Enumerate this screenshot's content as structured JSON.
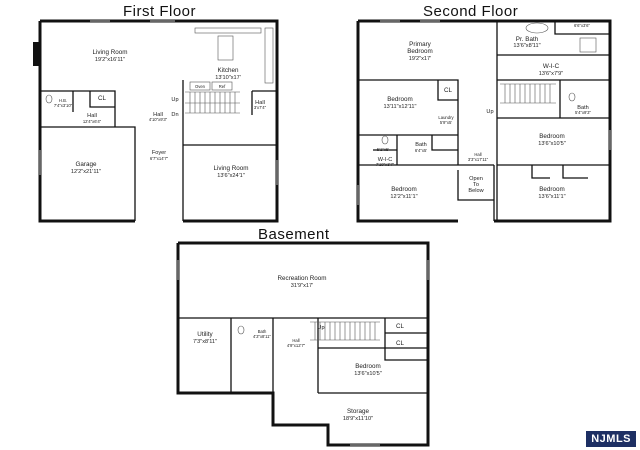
{
  "floors": {
    "first": {
      "title": "First Floor",
      "rooms": {
        "living_top": {
          "name": "Living Room",
          "dim": "19'2\"x16'11\""
        },
        "kitchen": {
          "name": "Kitchen",
          "dim": "13'10\"x17'"
        },
        "oven": "Oven",
        "ref": "Ref",
        "hb": {
          "name": "H.B.",
          "dim": "7'4\"x3'10\""
        },
        "cl": "CL",
        "hall_left": {
          "name": "Hall",
          "dim": "12'4\"x6'4\""
        },
        "hall_mid": {
          "name": "Hall",
          "dim": "4'10\"x9'3\""
        },
        "hall_right": {
          "name": "Hall",
          "dim": "3'x7'4\""
        },
        "up": "Up",
        "dn": "Dn",
        "foyer": {
          "name": "Foyer",
          "dim": "6'7\"x14'7\""
        },
        "garage": {
          "name": "Garage",
          "dim": "12'2\"x21'11\""
        },
        "living_bottom": {
          "name": "Living Room",
          "dim": "13'6\"x24'1\""
        }
      }
    },
    "second": {
      "title": "Second Floor",
      "rooms": {
        "primary": {
          "name": "Primary",
          "name2": "Bedroom",
          "dim": "19'2\"x17'"
        },
        "closet_top": "6'6\"x3'6\"",
        "pr_bath": {
          "name": "Pr. Bath",
          "dim": "13'6\"x8'11\""
        },
        "wic_right": {
          "name": "W-I-C",
          "dim": "13'6\"x7'9\""
        },
        "bed_left": {
          "name": "Bedroom",
          "dim": "13'11\"x12'11\""
        },
        "cl": "CL",
        "bath_right": {
          "name": "Bath",
          "dim": "5'4\"x9'3\""
        },
        "laundry": {
          "name": "Laundry",
          "dim": "5'9\"x5'"
        },
        "up": "Up",
        "bed_right_top": {
          "name": "Bedroom",
          "dim": "13'6\"x10'5\""
        },
        "wc": "5'1\"x5'",
        "bath_mid": {
          "name": "Bath",
          "dim": "6'4\"x5'"
        },
        "wic_left": {
          "name": "W-I-C",
          "dim": "7'10\"x3'7\""
        },
        "hall": {
          "name": "Hall",
          "dim": "3'3\"x17'11\""
        },
        "open_below": {
          "line1": "Open",
          "line2": "To",
          "line3": "Below"
        },
        "bed_left_bottom": {
          "name": "Bedroom",
          "dim": "12'2\"x11'1\""
        },
        "bed_right_bottom": {
          "name": "Bedroom",
          "dim": "13'6\"x11'1\""
        }
      }
    },
    "basement": {
      "title": "Basement",
      "rooms": {
        "recreation": {
          "name": "Recreation Room",
          "dim": "31'9\"x17'"
        },
        "utility": {
          "name": "Utility",
          "dim": "7'3\"x8'11\""
        },
        "bath": {
          "name": "Bath",
          "dim": "4'3\"x8'11\""
        },
        "hall": {
          "name": "Hall",
          "dim": "4'9\"x12'7\""
        },
        "up": "Up",
        "cl": "CL",
        "bedroom": {
          "name": "Bedroom",
          "dim": "13'6\"x10'5\""
        },
        "storage": {
          "name": "Storage",
          "dim": "18'9\"x11'10\""
        }
      }
    }
  },
  "watermark": "NJMLS"
}
